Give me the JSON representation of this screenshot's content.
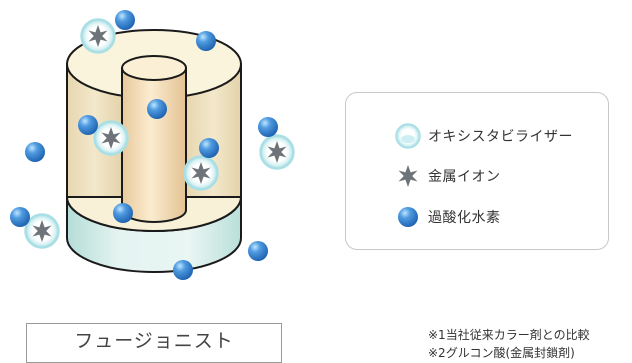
{
  "legend": {
    "items": [
      {
        "icon": "oxystabilizer-icon",
        "label": "オキシスタビライザー"
      },
      {
        "icon": "metal-ion-icon",
        "label": "金属イオン"
      },
      {
        "icon": "hydrogen-peroxide-icon",
        "label": "過酸化水素"
      }
    ]
  },
  "product_label": "フュージョニスト",
  "notes": [
    "※1当社従来カラー剤との比較",
    "※2グルコン酸(金属封鎖剤)"
  ],
  "colors": {
    "cream": "#f7f0d3",
    "tan": "#ecdfbf",
    "inner": "#f3dcb2",
    "teal": "#cfeae5",
    "bubble": "#2f79c8",
    "star": "#6d7378"
  }
}
